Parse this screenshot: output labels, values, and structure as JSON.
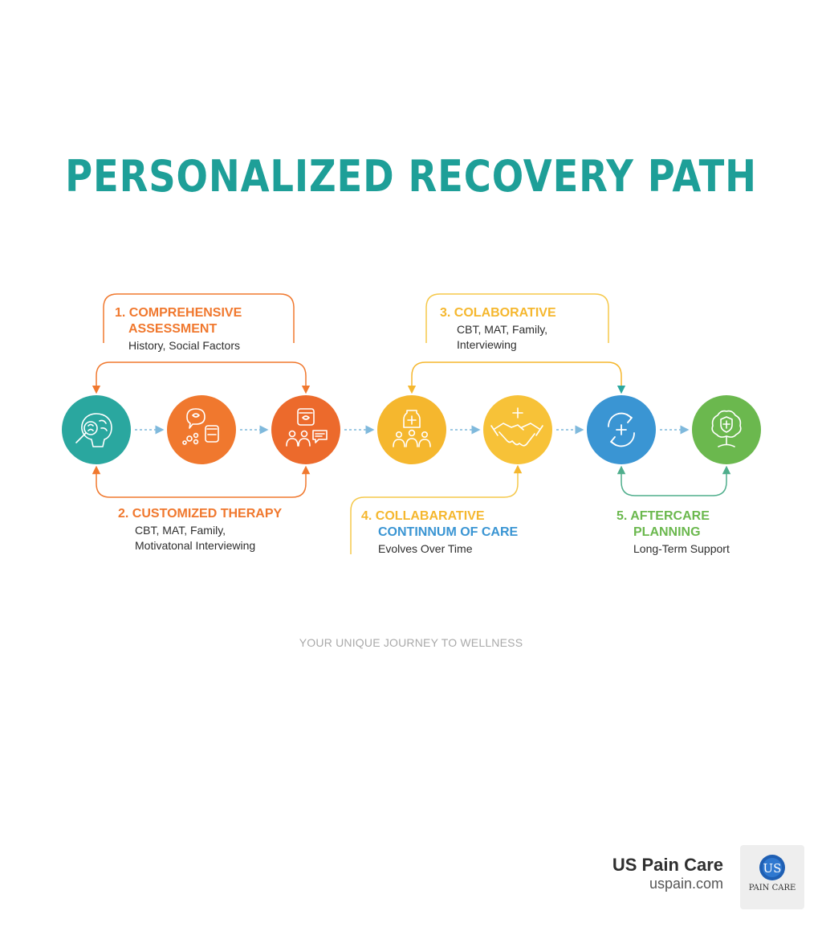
{
  "title": "PERSONALIZED RECOVERY PATH",
  "colors": {
    "title": "#1e9f98",
    "teal": "#2aa79f",
    "orange": "#f0782e",
    "orange_dark": "#ec6a2c",
    "yellow": "#f5b72e",
    "yellow_light": "#f7c238",
    "blue": "#3a95d3",
    "green": "#6bb84e",
    "connector": "#7fb9dc"
  },
  "stages": [
    {
      "icon": "brain-magnifier-icon",
      "color": "teal"
    },
    {
      "icon": "speech-pills-icon",
      "color": "orange"
    },
    {
      "icon": "group-medication-icon",
      "color": "orange_dark"
    },
    {
      "icon": "team-medication-icon",
      "color": "yellow"
    },
    {
      "icon": "handshake-icon",
      "color": "yellow_light"
    },
    {
      "icon": "cycle-icon",
      "color": "blue"
    },
    {
      "icon": "tree-shield-icon",
      "color": "green"
    }
  ],
  "steps": [
    {
      "number": "1.",
      "title_line1": "COMPREHENSIVE",
      "title_line2": "ASSESSMENT",
      "desc_line1": "History, Social Factors",
      "desc_line2": "",
      "color": "orange"
    },
    {
      "number": "2.",
      "title_line1": "CUSTOMIZED THERAPY",
      "title_line2": "",
      "desc_line1": "CBT, MAT, Family,",
      "desc_line2": "Motivatonal Interviewing",
      "color": "orange"
    },
    {
      "number": "3.",
      "title_line1": "COLABORATIVE",
      "title_line2": "",
      "desc_line1": "CBT, MAT, Family,",
      "desc_line2": "Interviewing",
      "color": "yellow"
    },
    {
      "number": "4.",
      "title_line1": "COLLABARATIVE",
      "title_line2": "CONTINNUM OF CARE",
      "desc_line1": "Evolves Over Time",
      "desc_line2": "",
      "color": "yellow",
      "color2": "blue"
    },
    {
      "number": "5.",
      "title_line1": "AFTERCARE",
      "title_line2": "PLANNING",
      "desc_line1": "Long-Term Support",
      "desc_line2": "",
      "color": "green"
    }
  ],
  "tagline": "YOUR UNIQUE JOURNEY TO WELLNESS",
  "brand": {
    "name": "US Pain Care",
    "url": "uspain.com",
    "logo_mark": "US",
    "logo_text": "PAIN CARE",
    "logo_color": "#1f5fb3"
  }
}
